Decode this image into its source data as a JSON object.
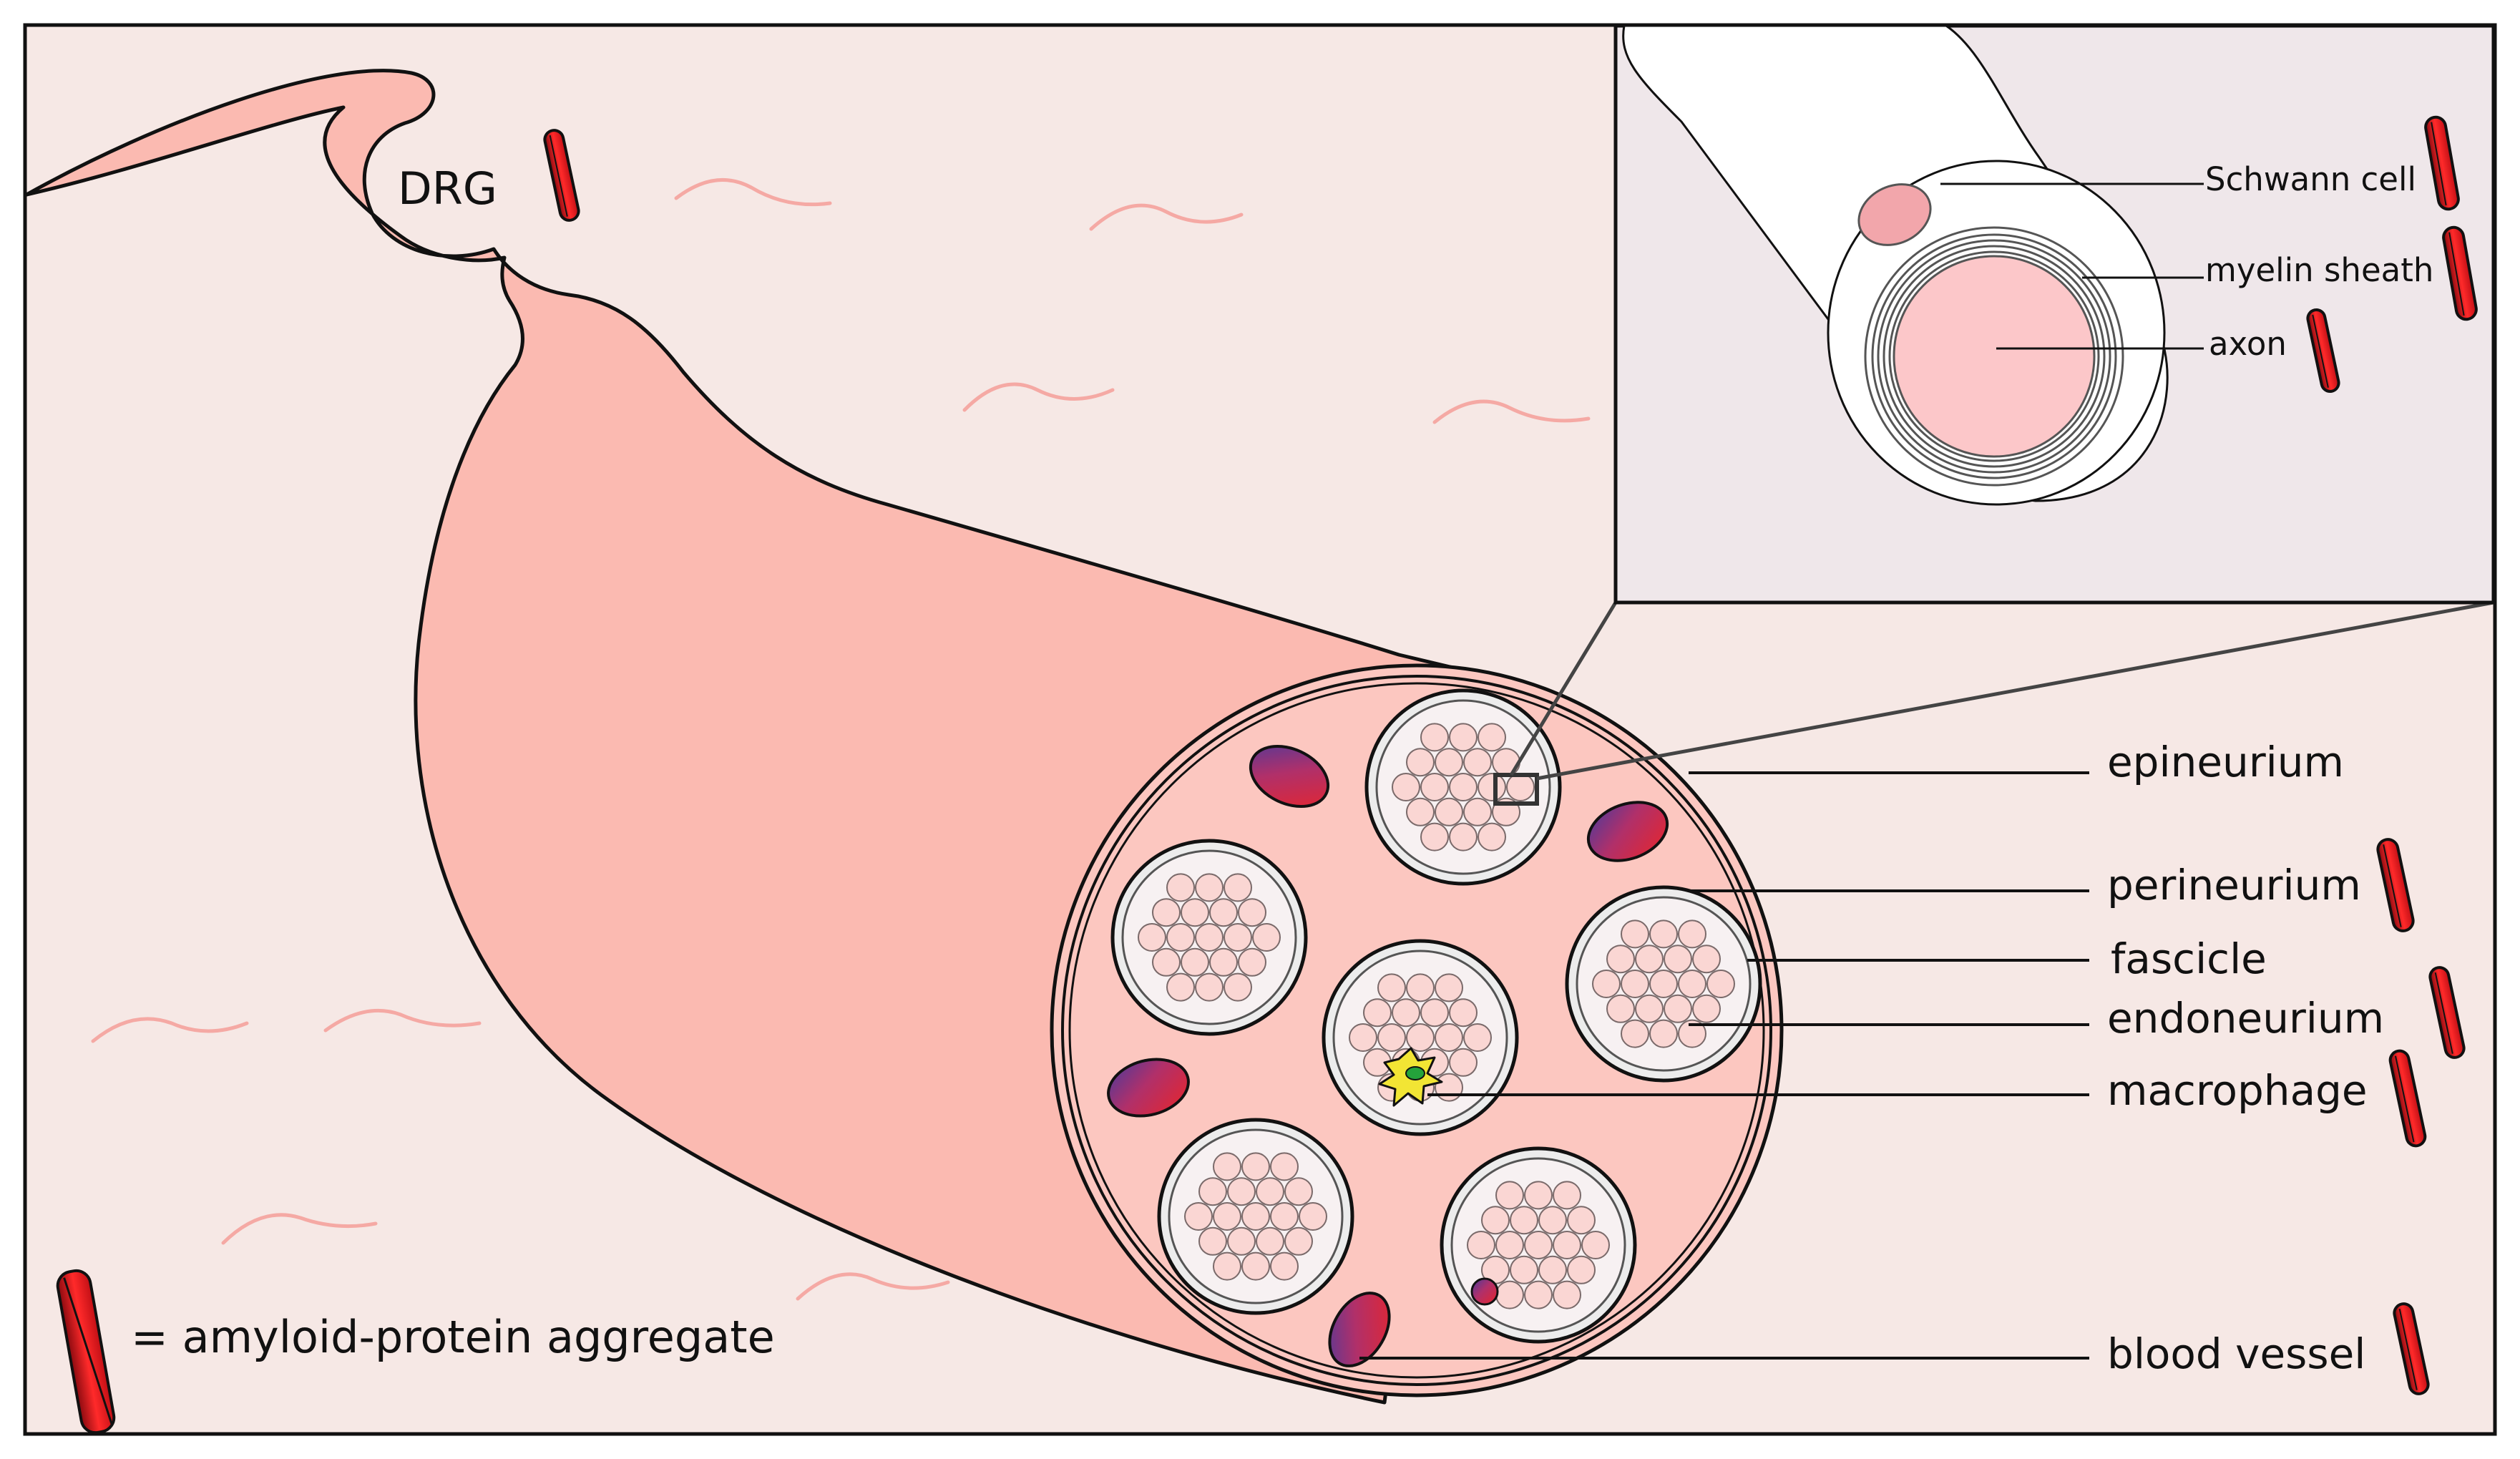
{
  "diagram": {
    "labels": {
      "drg": "DRG",
      "epineurium": "epineurium",
      "perineurium": "perineurium",
      "fascicle": "fascicle",
      "endoneurium": "endoneurium",
      "macrophage": "macrophage",
      "blood_vessel": "blood vessel",
      "schwann_cell": "Schwann cell",
      "myelin_sheath": "myelin sheath",
      "axon": "axon"
    },
    "legend": {
      "text": "= amyloid-protein aggregate"
    },
    "colors": {
      "background": "#f6e8e5",
      "nerve": "#fbbab1",
      "nerve_section": "#fcc7c0",
      "fascicle_fill": "#ececec",
      "axon_fill": "#fad6d3",
      "inset_background": "#efe7ea",
      "amyloid": "#e3141c",
      "vessel_red": "#e8252b",
      "vessel_blue": "#4a3a9c",
      "macrophage": "#f2e534",
      "macrophage_nucleus": "#24a33b",
      "schwann_cell": "#f2a6ab",
      "fiber_wave": "#f5a9a4"
    },
    "icons": [
      "amyloid-aggregate-icon",
      "macrophage-icon",
      "blood-vessel-icon"
    ]
  }
}
